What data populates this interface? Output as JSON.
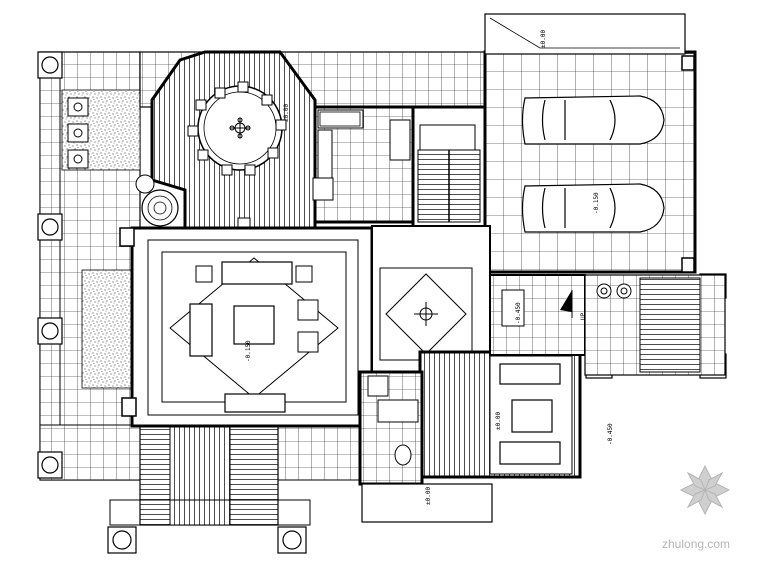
{
  "drawing": {
    "elevation_marks": [
      "±0.00",
      "-0.150",
      "-0.450",
      "±0.00",
      "-0.150",
      "-0.450",
      "±0.00",
      "±0.00"
    ],
    "stair_label": "UP"
  },
  "watermark": {
    "text": "zhulong.com",
    "logo": "zhulong-logo"
  },
  "colors": {
    "line": "#000000",
    "watermark": "#b5b5b5",
    "background": "#ffffff"
  }
}
